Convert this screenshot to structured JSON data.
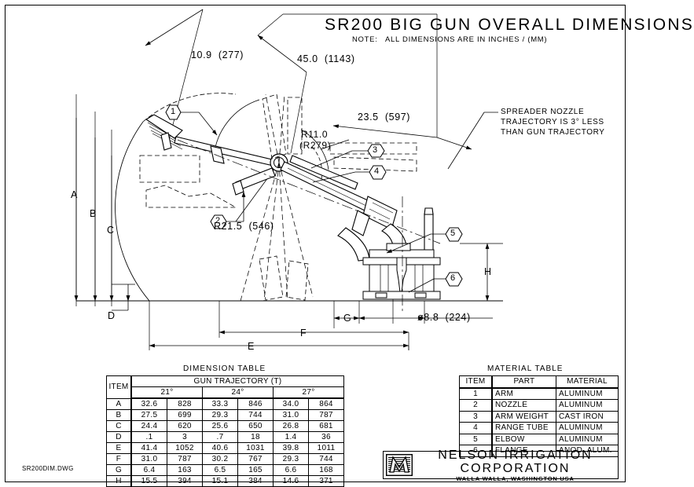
{
  "sheet": {
    "title": "SR200 BIG GUN OVERALL DIMENSIONS",
    "note": "NOTE:   ALL DIMENSIONS ARE IN INCHES / (MM)",
    "filename": "SR200DIM.DWG"
  },
  "dimensions": {
    "d_109": "10.9  (277)",
    "d_450": "45.0  (1143)",
    "d_235": "23.5  (597)",
    "r110": "R11.0",
    "r279": "(R279)",
    "r215": "R21.5  (546)",
    "dia": "ø8.8  (224)"
  },
  "letters": {
    "A": "A",
    "B": "B",
    "C": "C",
    "D": "D",
    "E": "E",
    "F": "F",
    "G": "G",
    "H": "H"
  },
  "spreader_note": {
    "line1": "SPREADER NOZZLE",
    "line2": "TRAJECTORY IS 3° LESS",
    "line3": "THAN GUN TRAJECTORY"
  },
  "balloons": [
    {
      "id": "1",
      "shape": "hex"
    },
    {
      "id": "2",
      "shape": "hex"
    },
    {
      "id": "3",
      "shape": "hex"
    },
    {
      "id": "4",
      "shape": "hex"
    },
    {
      "id": "5",
      "shape": "hex"
    },
    {
      "id": "6",
      "shape": "hex"
    }
  ],
  "dimension_table": {
    "caption": "DIMENSION TABLE",
    "item_header": "ITEM",
    "group_header": "GUN TRAJECTORY (T)",
    "trajectories": [
      "21°",
      "24°",
      "27°"
    ],
    "rows": [
      {
        "item": "A",
        "v": [
          "32.6",
          "828",
          "33.3",
          "846",
          "34.0",
          "864"
        ]
      },
      {
        "item": "B",
        "v": [
          "27.5",
          "699",
          "29.3",
          "744",
          "31.0",
          "787"
        ]
      },
      {
        "item": "C",
        "v": [
          "24.4",
          "620",
          "25.6",
          "650",
          "26.8",
          "681"
        ]
      },
      {
        "item": "D",
        "v": [
          ".1",
          "3",
          ".7",
          "18",
          "1.4",
          "36"
        ]
      },
      {
        "item": "E",
        "v": [
          "41.4",
          "1052",
          "40.6",
          "1031",
          "39.8",
          "1011"
        ]
      },
      {
        "item": "F",
        "v": [
          "31.0",
          "787",
          "30.2",
          "767",
          "29.3",
          "744"
        ]
      },
      {
        "item": "G",
        "v": [
          "6.4",
          "163",
          "6.5",
          "165",
          "6.6",
          "168"
        ]
      },
      {
        "item": "H",
        "v": [
          "15.5",
          "394",
          "15.1",
          "384",
          "14.6",
          "371"
        ]
      }
    ]
  },
  "material_table": {
    "caption": "MATERIAL TABLE",
    "headers": [
      "ITEM",
      "PART",
      "MATERIAL"
    ],
    "rows": [
      {
        "item": "1",
        "part": "ARM",
        "material": "ALUMINUM"
      },
      {
        "item": "2",
        "part": "NOZZLE",
        "material": "ALUMINUM"
      },
      {
        "item": "3",
        "part": "ARM WEIGHT",
        "material": "CAST IRON"
      },
      {
        "item": "4",
        "part": "RANGE TUBE",
        "material": "ALUMINUM"
      },
      {
        "item": "5",
        "part": "ELBOW",
        "material": "ALUMINUM"
      },
      {
        "item": "6",
        "part": "FLANGE",
        "material": "ANOD. ALUM."
      }
    ]
  },
  "company": {
    "name": "NELSON IRRIGATION CORPORATION",
    "city": "WALLA WALLA, WASHINGTON USA"
  }
}
